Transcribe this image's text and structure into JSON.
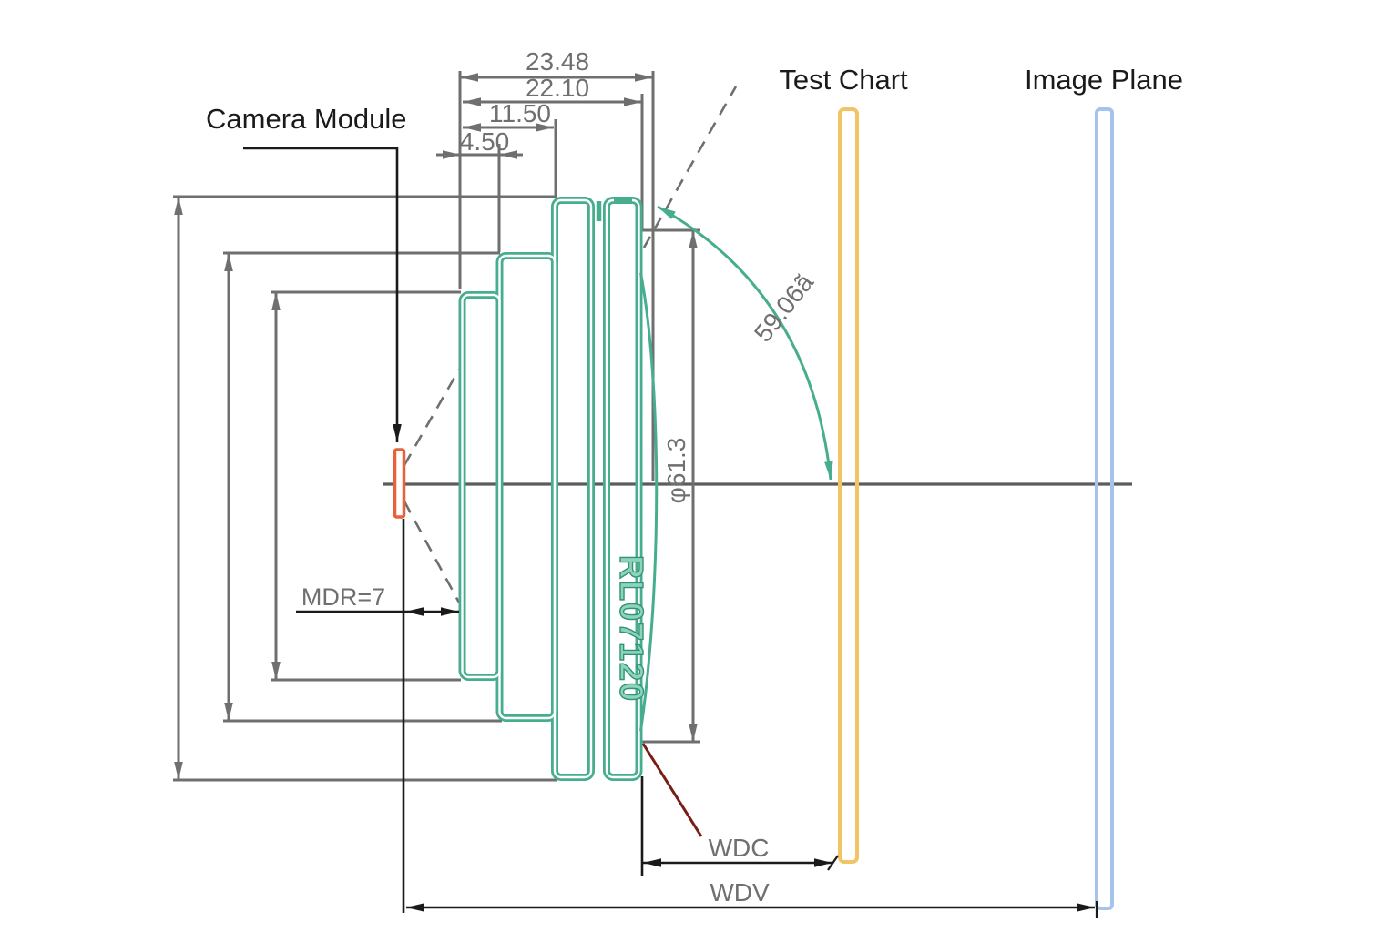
{
  "labels": {
    "camera_module": "Camera Module",
    "test_chart": "Test Chart",
    "image_plane": "Image Plane",
    "lens_model": "RL07120"
  },
  "dimensions": {
    "total_length": "23.48",
    "barrel_length": "22.10",
    "rear_length": "11.50",
    "mount_length": "4.50",
    "front_diameter": "φ61.3",
    "field_of_view_angle": "59.06ã",
    "min_distance": "MDR=7",
    "working_distance_chart": "WDC",
    "working_distance_view": "WDV"
  },
  "colors": {
    "teal": "#47ad8f",
    "teal_fill": "#90d3bb",
    "teal_dark": "#2f9477",
    "orange": "#e8613b",
    "yellow": "#f2c465",
    "blue": "#a6c3ec",
    "dark_red": "#7a1d17",
    "gray": "#6f6f6f",
    "gray_dark": "#5c5c5c",
    "black": "#1a1a1a"
  }
}
